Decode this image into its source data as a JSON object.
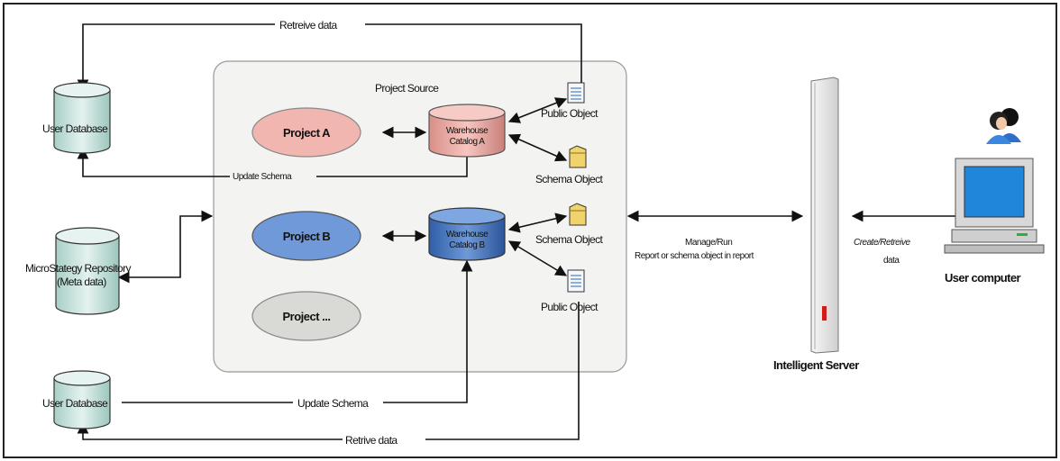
{
  "labels": {
    "retrieve_top": "Retreive data",
    "project_source": "Project Source",
    "user_db_top": "User Database",
    "update_schema_top": "Update Schema",
    "project_a": "Project A",
    "project_b": "Project B",
    "project_more": "Project ...",
    "catalog_a_line1": "Warehouse",
    "catalog_a_line2": "Catalog A",
    "catalog_b_line1": "Warehouse",
    "catalog_b_line2": "Catalog B",
    "public_object_top": "Public Object",
    "schema_object_top": "Schema Object",
    "schema_object_bottom": "Schema Object",
    "public_object_bottom": "Public Object",
    "repository_line1": "MicroStategy Repository",
    "repository_line2": "(Meta data)",
    "user_db_bottom": "User Database",
    "update_schema_bottom": "Update Schema",
    "retrieve_bottom": "Retrive data",
    "manage_line1": "Manage/Run",
    "manage_line2": "Report or schema object in report",
    "intelligent_server": "Intelligent Server",
    "create_line1": "Create/Retreive",
    "create_line2": "data",
    "user_computer": "User computer"
  },
  "colors": {
    "project_a": "#f2b6b0",
    "project_b": "#6f99d8",
    "project_more": "#d9d9d6",
    "catalog_a": "#e9a8a2",
    "catalog_b": "#3f6fbf",
    "database": "#cfe6e1",
    "project_source_bg": "#f3f3f1",
    "server": "#e6e6e6",
    "monitor_screen": "#1f86d9"
  },
  "icons": {
    "public_object": "document-icon",
    "schema_object": "folder-icon",
    "users": "user-group-icon",
    "computer": "desktop-computer-icon"
  }
}
